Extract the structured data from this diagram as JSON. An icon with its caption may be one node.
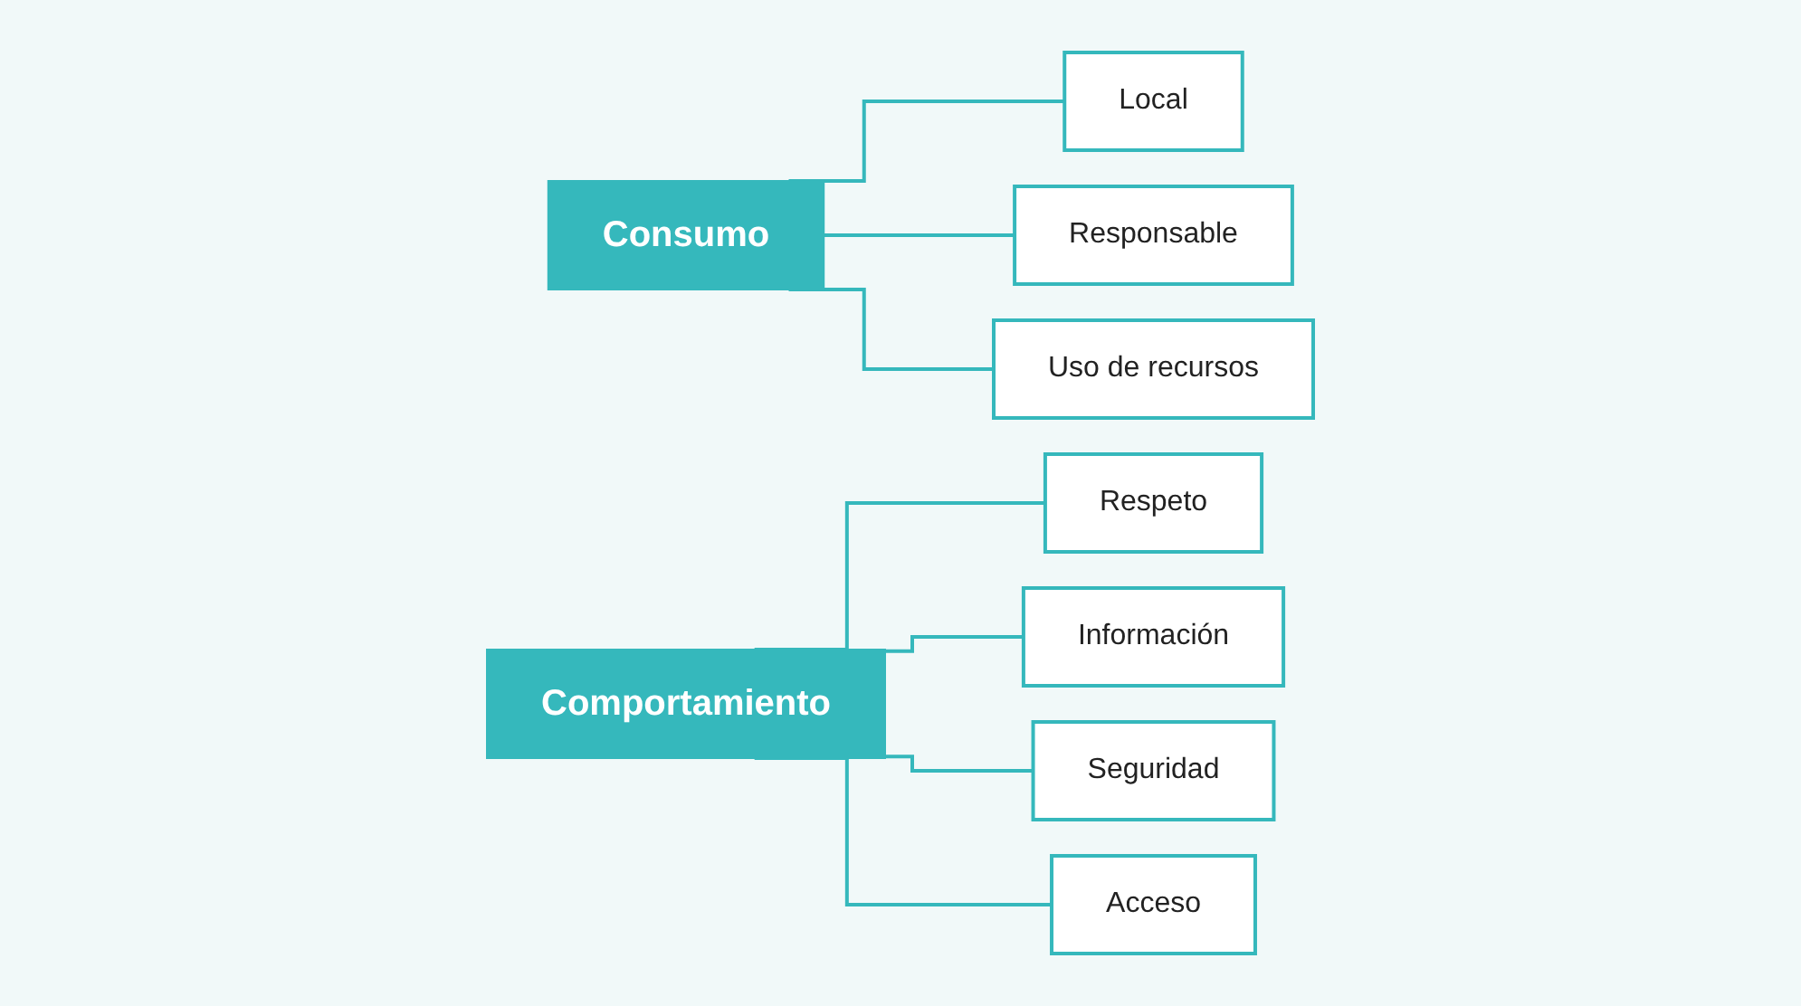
{
  "diagram": {
    "nodes": [
      {
        "text": [
          "Consumo"
        ]
      },
      {
        "text": [
          "Local"
        ]
      },
      {
        "text": [
          "Responsable"
        ]
      },
      {
        "text": [
          "Uso de recursos"
        ]
      },
      {
        "text": [
          "Comportamiento"
        ]
      },
      {
        "text": [
          "Respeto"
        ]
      },
      {
        "text": [
          "Información"
        ]
      },
      {
        "text": [
          "Seguridad"
        ]
      },
      {
        "text": [
          "Acceso"
        ]
      }
    ],
    "edges": [
      {
        "from": 0,
        "to": 1,
        "arrow": "none"
      },
      {
        "from": 0,
        "to": 2,
        "arrow": "none"
      },
      {
        "from": 0,
        "to": 3,
        "arrow": "none"
      },
      {
        "from": 4,
        "to": 5,
        "arrow": "none"
      },
      {
        "from": 4,
        "to": 6,
        "arrow": "none"
      },
      {
        "from": 4,
        "to": 7,
        "arrow": "none"
      },
      {
        "from": 4,
        "to": 8,
        "arrow": "none"
      }
    ]
  }
}
